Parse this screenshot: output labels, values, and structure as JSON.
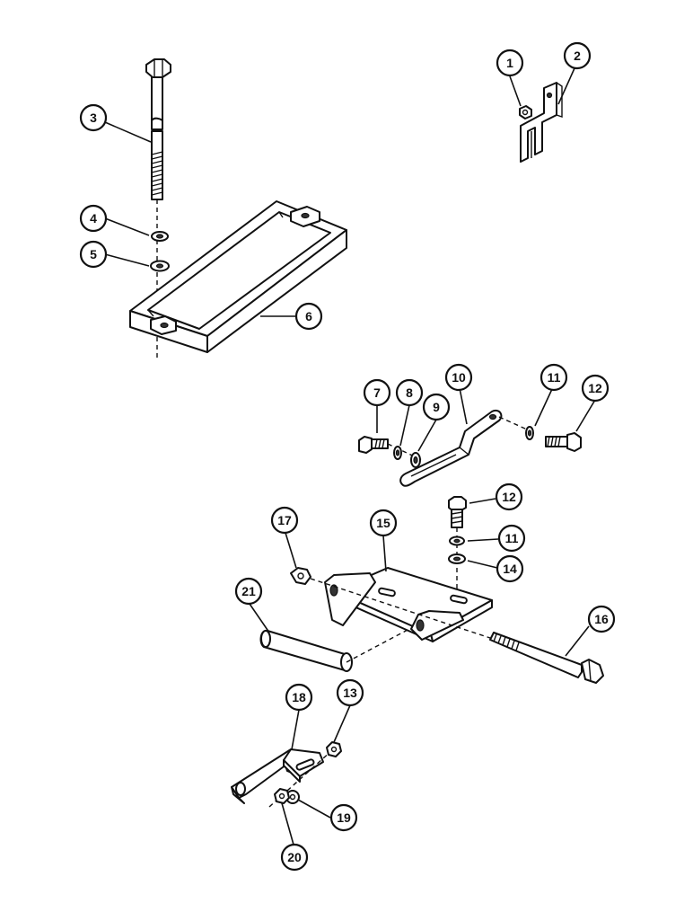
{
  "callouts": [
    {
      "id": "c1",
      "label": "1"
    },
    {
      "id": "c2",
      "label": "2"
    },
    {
      "id": "c3",
      "label": "3"
    },
    {
      "id": "c4",
      "label": "4"
    },
    {
      "id": "c5",
      "label": "5"
    },
    {
      "id": "c6",
      "label": "6"
    },
    {
      "id": "c7",
      "label": "7"
    },
    {
      "id": "c8",
      "label": "8"
    },
    {
      "id": "c9",
      "label": "9"
    },
    {
      "id": "c10",
      "label": "10"
    },
    {
      "id": "c11a",
      "label": "11"
    },
    {
      "id": "c12a",
      "label": "12"
    },
    {
      "id": "c12b",
      "label": "12"
    },
    {
      "id": "c11b",
      "label": "11"
    },
    {
      "id": "c14",
      "label": "14"
    },
    {
      "id": "c15",
      "label": "15"
    },
    {
      "id": "c17",
      "label": "17"
    },
    {
      "id": "c21",
      "label": "21"
    },
    {
      "id": "c16",
      "label": "16"
    },
    {
      "id": "c18",
      "label": "18"
    },
    {
      "id": "c13",
      "label": "13"
    },
    {
      "id": "c19",
      "label": "19"
    },
    {
      "id": "c20",
      "label": "20"
    }
  ]
}
